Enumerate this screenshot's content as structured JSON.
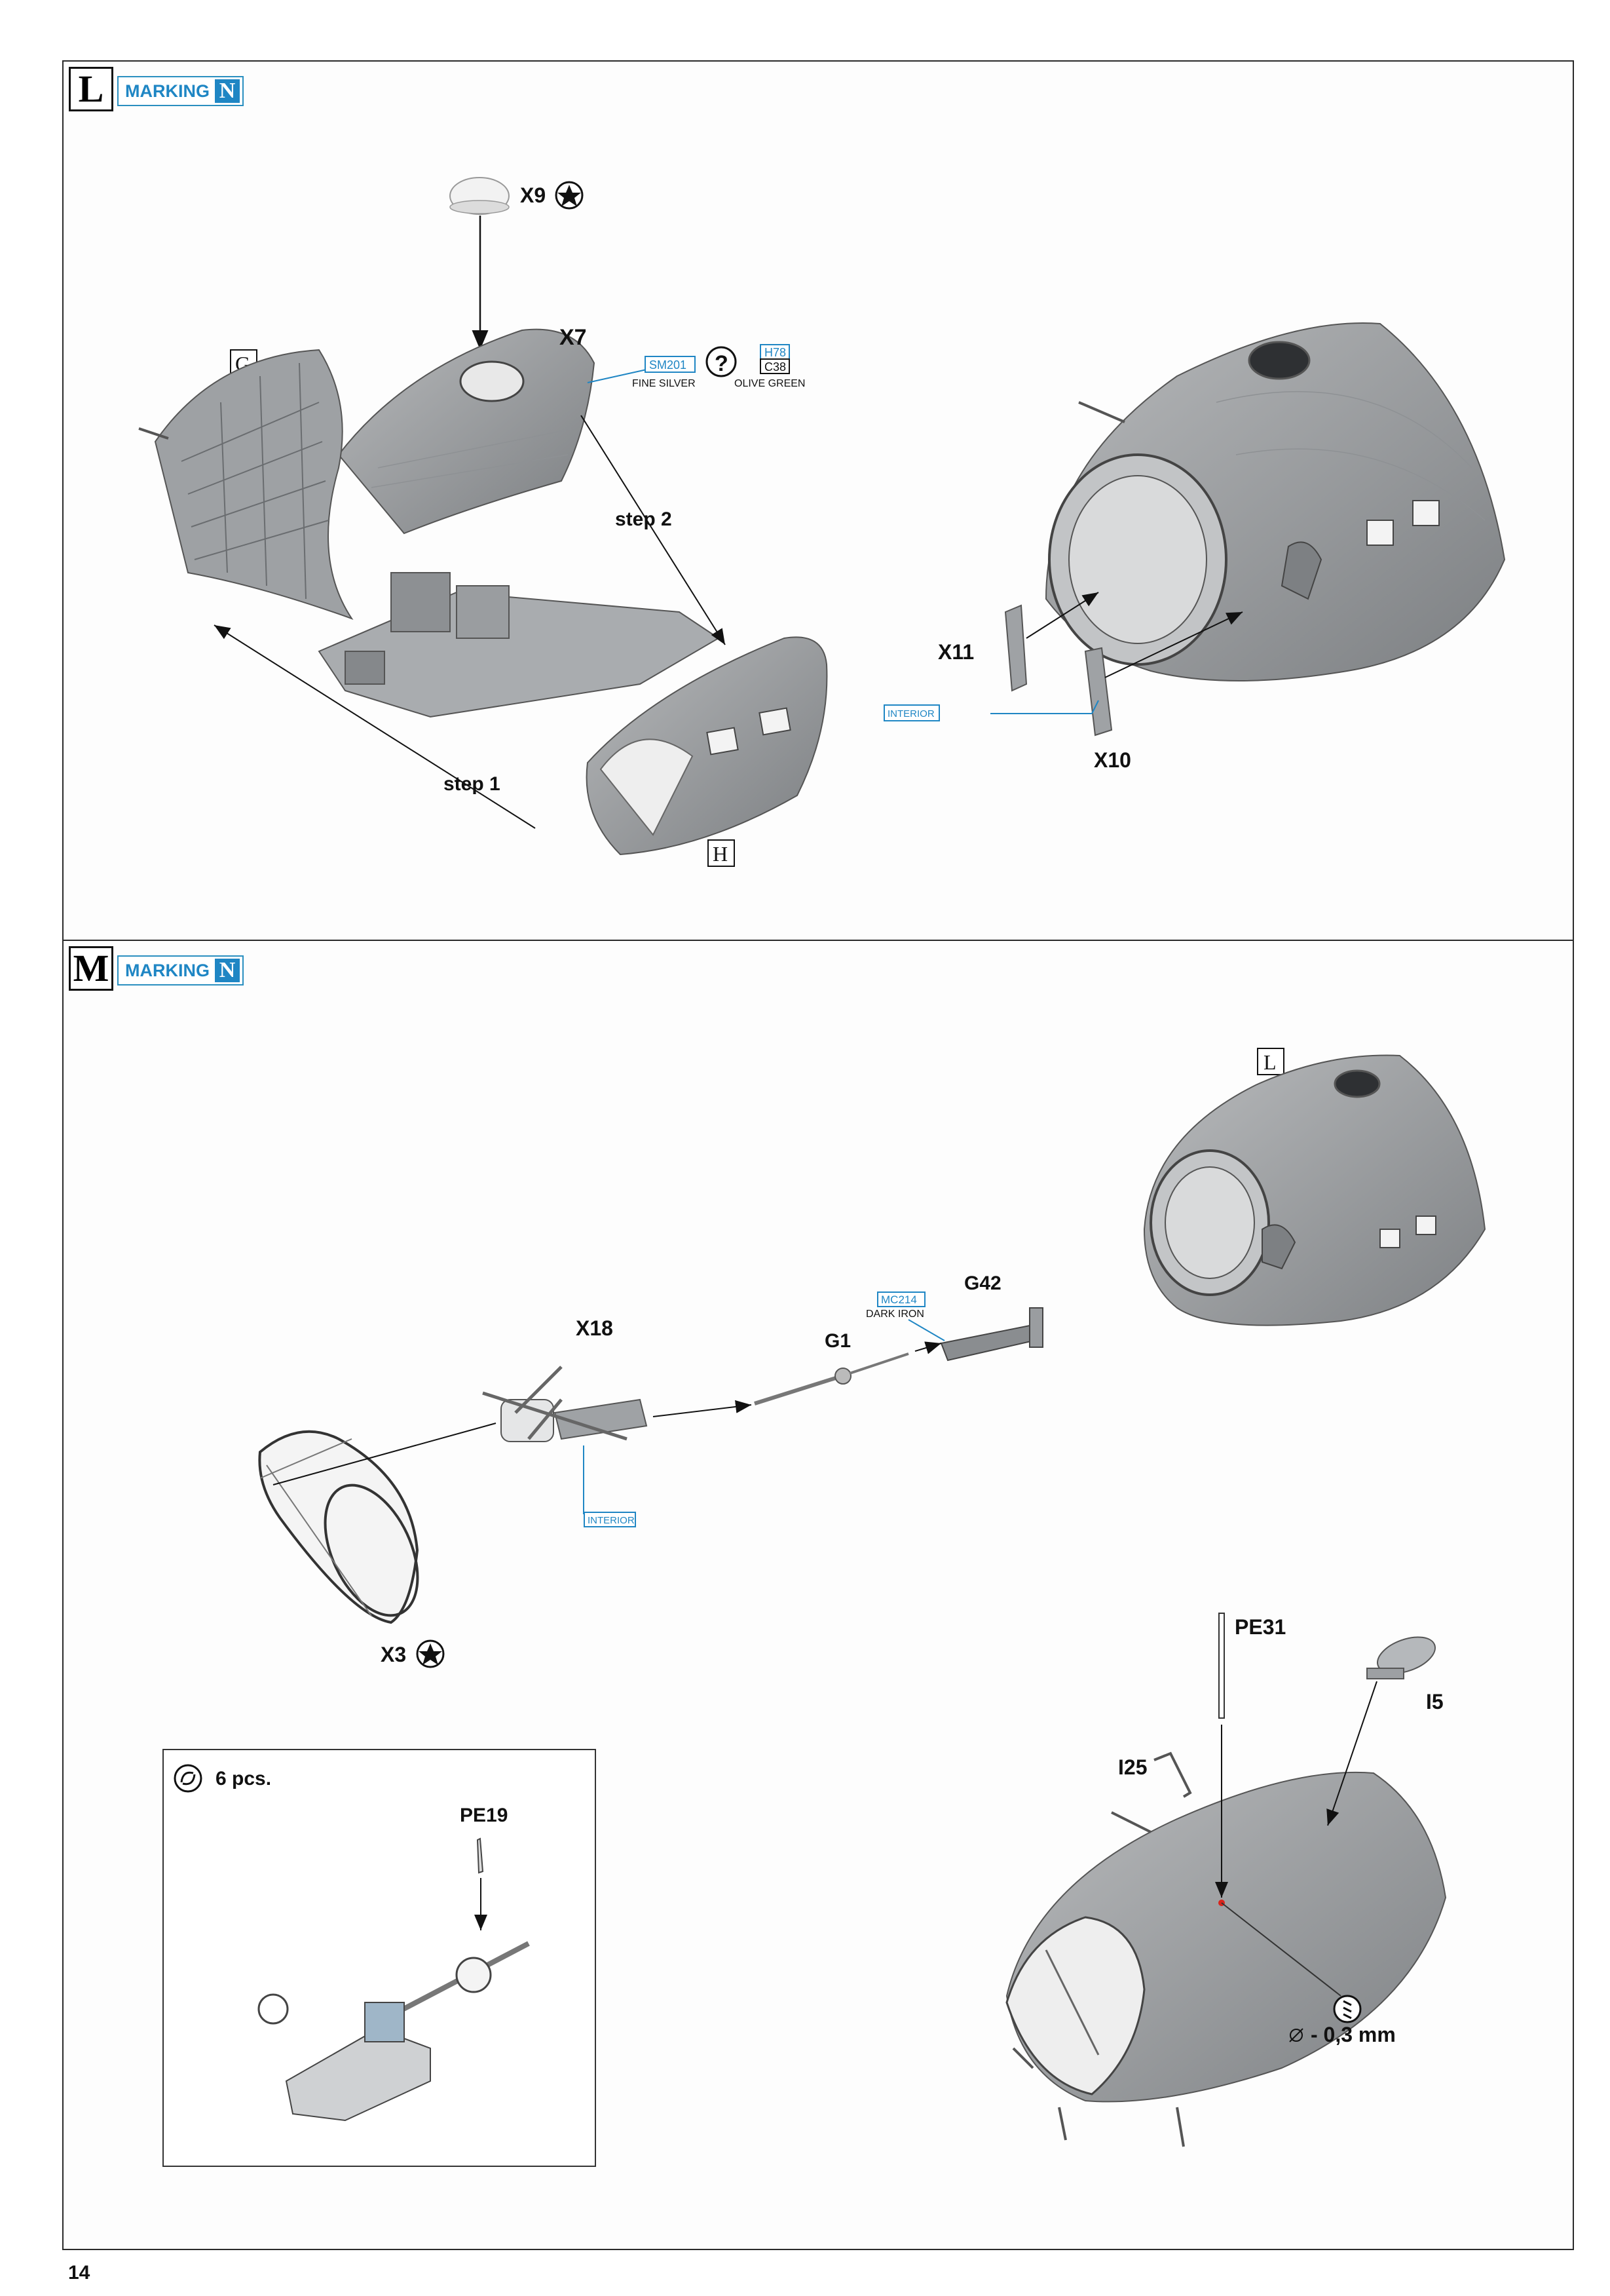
{
  "page_number": "14",
  "steps": [
    {
      "letter": "L",
      "marking_label": "MARKING",
      "marking_code": "N",
      "parts": [
        "X9",
        "X7",
        "X11",
        "X10"
      ],
      "instructions": [
        "step 2",
        "step 1"
      ],
      "references": [
        "G",
        "H"
      ],
      "paints": [
        {
          "code": "SM201",
          "name": "FINE SILVER"
        },
        {
          "code": "H78",
          "alt": "C38",
          "name": "OLIVE GREEN"
        },
        {
          "code": "INTERIOR"
        }
      ]
    },
    {
      "letter": "M",
      "marking_label": "MARKING",
      "marking_code": "N",
      "parts": [
        "G42",
        "X18",
        "G1",
        "X3",
        "PE31",
        "I5",
        "I25"
      ],
      "references": [
        "L"
      ],
      "paints": [
        {
          "code": "MC214",
          "name": "DARK IRON"
        },
        {
          "code": "INTERIOR"
        }
      ],
      "sub_box": {
        "quantity": "6 pcs.",
        "part": "PE19"
      },
      "drill_note": "- 0,3 mm"
    }
  ],
  "icons": [
    "clear-part-star-icon",
    "unknown-color-question-icon",
    "repeat-quantity-icon",
    "drill-icon",
    "diameter-icon"
  ]
}
